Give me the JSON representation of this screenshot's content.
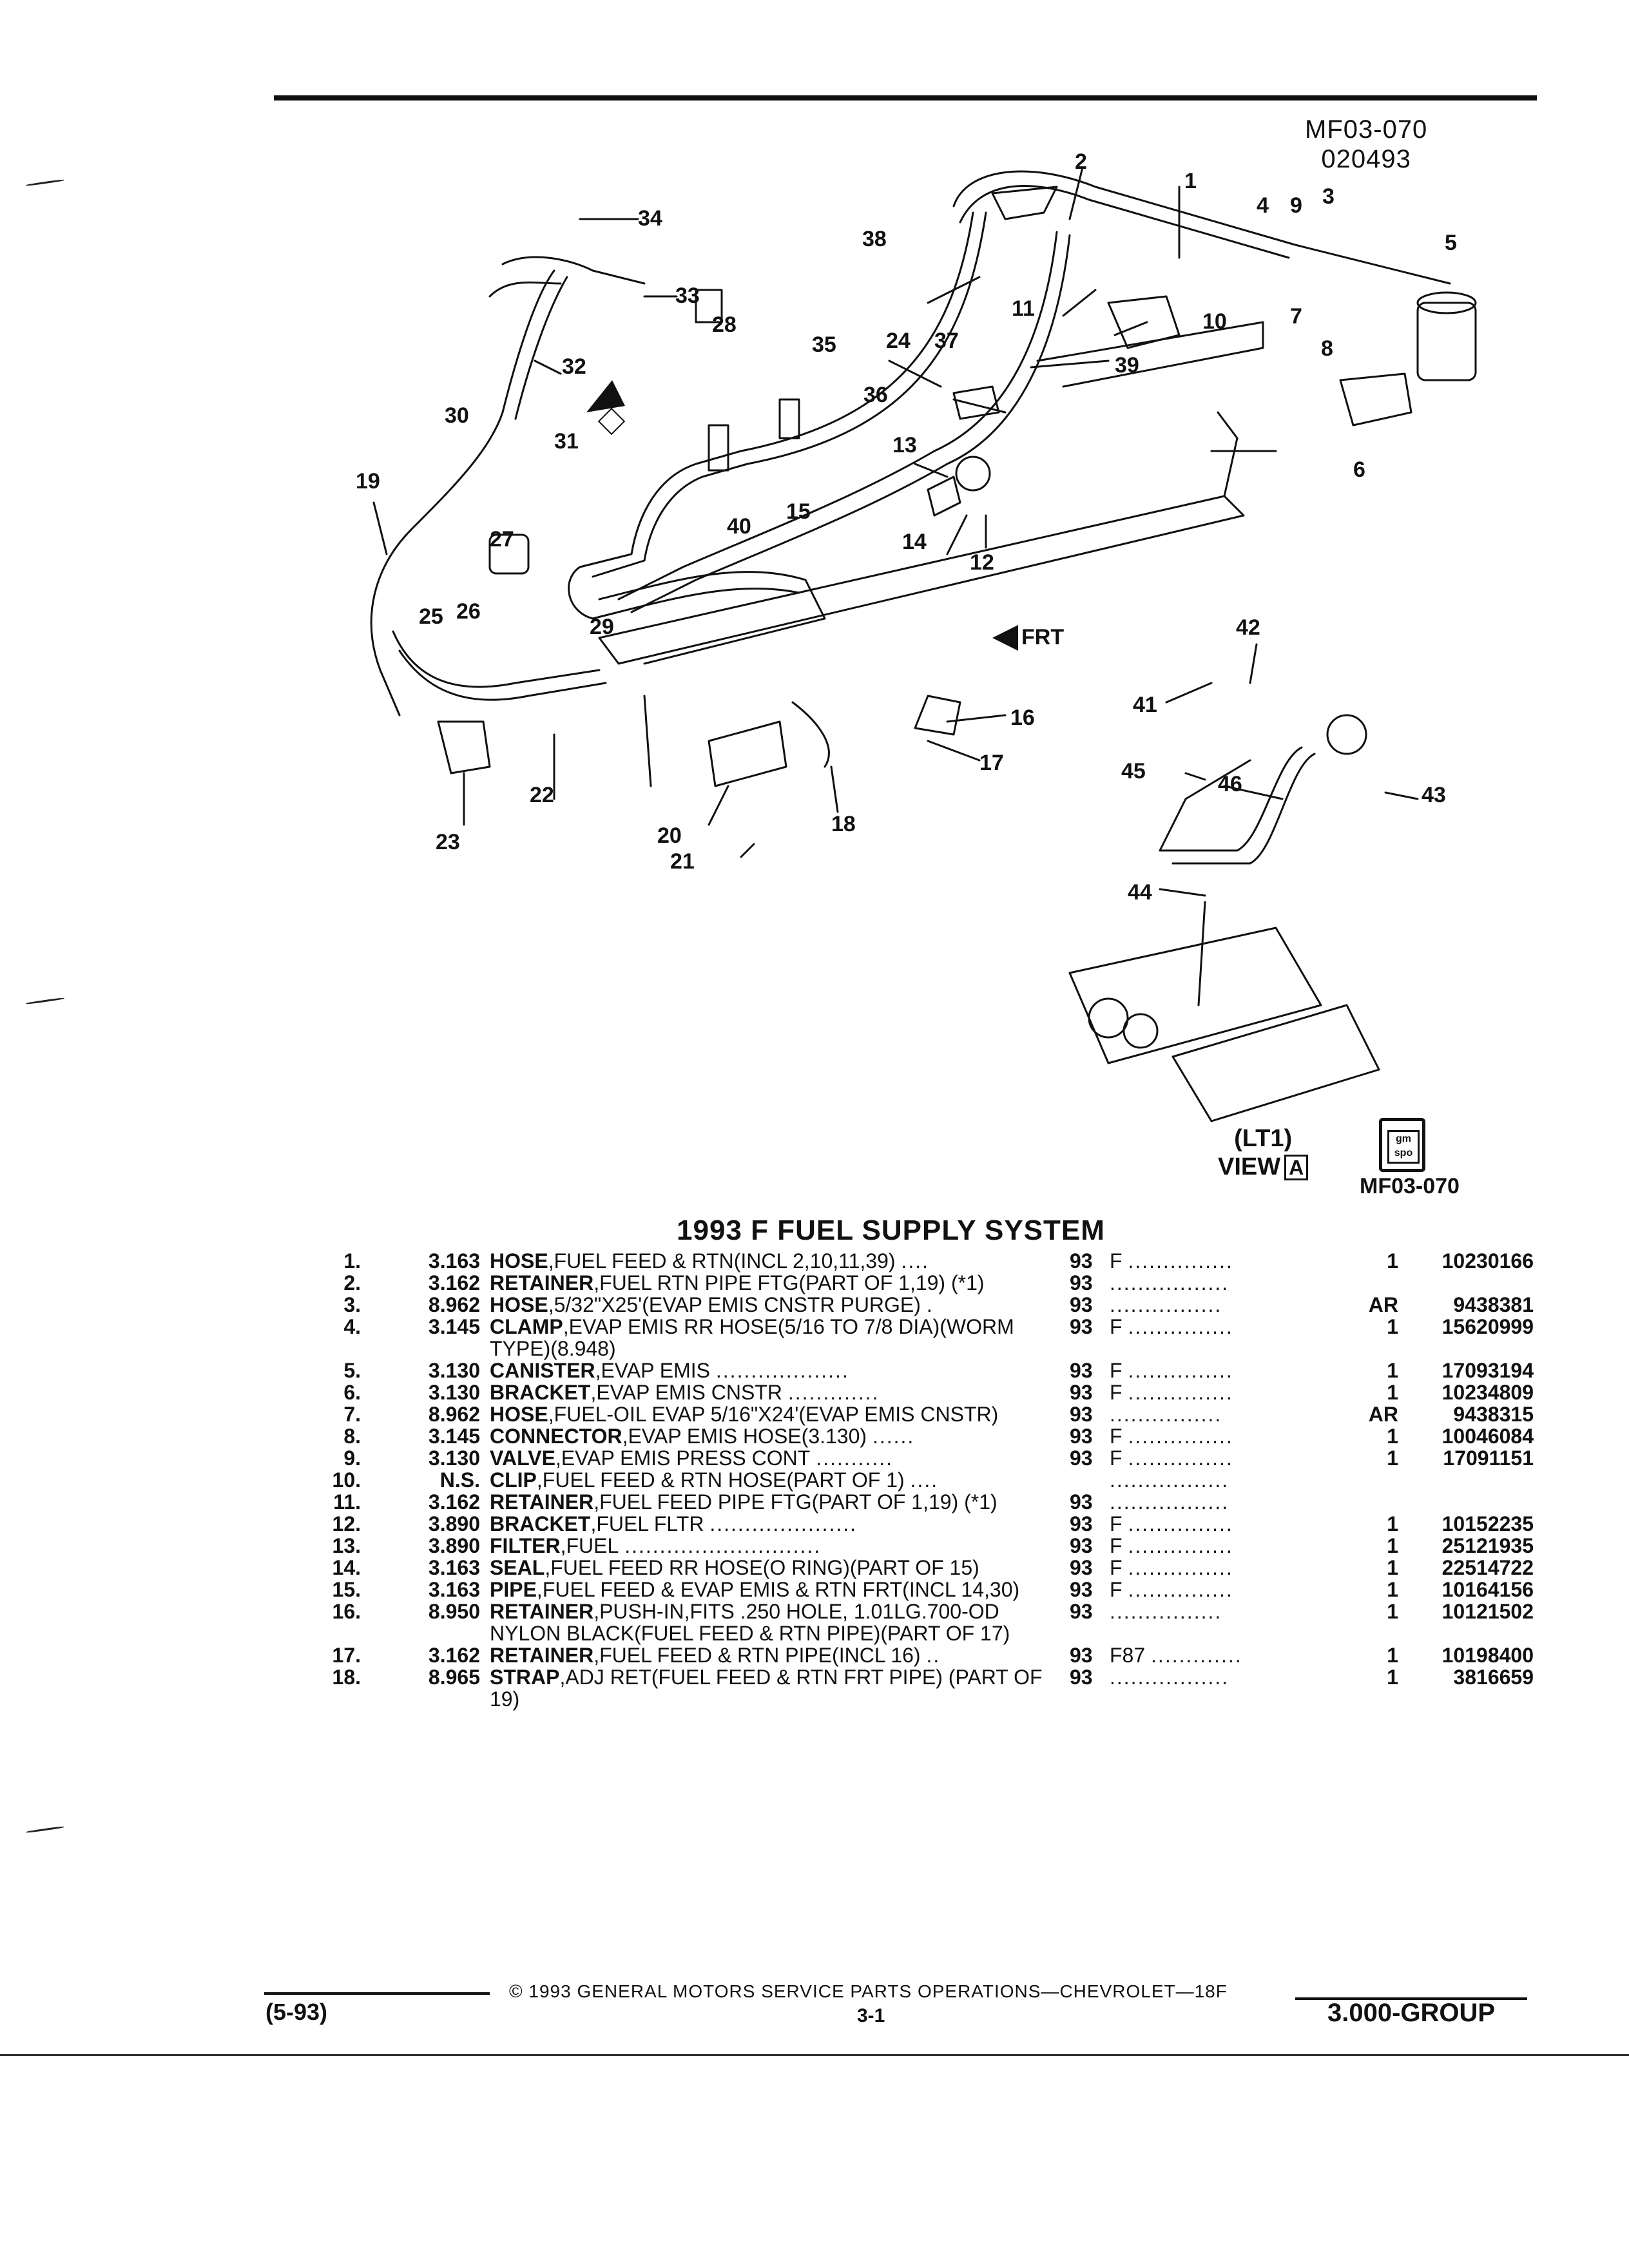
{
  "header": {
    "drawing_id": "MF03-070",
    "drawing_date": "020493"
  },
  "diagram": {
    "callouts": [
      "1",
      "2",
      "3",
      "4",
      "5",
      "6",
      "7",
      "8",
      "9",
      "10",
      "11",
      "12",
      "13",
      "14",
      "15",
      "16",
      "17",
      "18",
      "19",
      "20",
      "21",
      "22",
      "23",
      "24",
      "25",
      "26",
      "27",
      "28",
      "29",
      "30",
      "31",
      "32",
      "33",
      "34",
      "35",
      "36",
      "37",
      "38",
      "39",
      "40",
      "41",
      "42",
      "43",
      "44",
      "45",
      "46"
    ],
    "frt_label": "FRT",
    "view_engine": "(LT1)",
    "view_label": "VIEW",
    "view_letter": "A",
    "logo_text": "gm spo",
    "figure_id": "MF03-070"
  },
  "table": {
    "title": "1993 F FUEL SUPPLY SYSTEM",
    "rows": [
      {
        "num": "1.",
        "group": "3.163",
        "name": "HOSE",
        "rest": ",FUEL FEED & RTN(INCL 2,10,11,39)",
        "dots": "....",
        "year": "93",
        "series": "F",
        "series_dots": "...............",
        "qty": "1",
        "part": "10230166"
      },
      {
        "num": "2.",
        "group": "3.162",
        "name": "RETAINER",
        "rest": ",FUEL RTN PIPE FTG(PART OF 1,19) (*1)",
        "dots": "",
        "year": "93",
        "series": "",
        "series_dots": ".................",
        "qty": "",
        "part": ""
      },
      {
        "num": "3.",
        "group": "8.962",
        "name": "HOSE",
        "rest": ",5/32\"X25'(EVAP EMIS CNSTR PURGE)",
        "dots": ".",
        "year": "93",
        "series": "",
        "series_dots": "................",
        "qty": "AR",
        "part": "9438381"
      },
      {
        "num": "4.",
        "group": "3.145",
        "name": "CLAMP",
        "rest": ",EVAP EMIS RR HOSE(5/16 TO 7/8 DIA)(WORM TYPE)(8.948)",
        "dots": "",
        "year": "93",
        "series": "F",
        "series_dots": "...............",
        "qty": "1",
        "part": "15620999"
      },
      {
        "num": "5.",
        "group": "3.130",
        "name": "CANISTER",
        "rest": ",EVAP EMIS",
        "dots": "...................",
        "year": "93",
        "series": "F",
        "series_dots": "...............",
        "qty": "1",
        "part": "17093194"
      },
      {
        "num": "6.",
        "group": "3.130",
        "name": "BRACKET",
        "rest": ",EVAP EMIS CNSTR",
        "dots": ".............",
        "year": "93",
        "series": "F",
        "series_dots": "...............",
        "qty": "1",
        "part": "10234809"
      },
      {
        "num": "7.",
        "group": "8.962",
        "name": "HOSE",
        "rest": ",FUEL-OIL EVAP 5/16\"X24'(EVAP EMIS CNSTR)",
        "dots": "",
        "year": "93",
        "series": "",
        "series_dots": "................",
        "qty": "AR",
        "part": "9438315"
      },
      {
        "num": "8.",
        "group": "3.145",
        "name": "CONNECTOR",
        "rest": ",EVAP EMIS HOSE(3.130)",
        "dots": "......",
        "year": "93",
        "series": "F",
        "series_dots": "...............",
        "qty": "1",
        "part": "10046084"
      },
      {
        "num": "9.",
        "group": "3.130",
        "name": "VALVE",
        "rest": ",EVAP EMIS PRESS CONT",
        "dots": "...........",
        "year": "93",
        "series": "F",
        "series_dots": "...............",
        "qty": "1",
        "part": "17091151"
      },
      {
        "num": "10.",
        "group": "N.S.",
        "name": "CLIP",
        "rest": ",FUEL FEED & RTN HOSE(PART OF 1)",
        "dots": "....",
        "year": "",
        "series": "",
        "series_dots": ".................",
        "qty": "",
        "part": ""
      },
      {
        "num": "11.",
        "group": "3.162",
        "name": "RETAINER",
        "rest": ",FUEL FEED PIPE FTG(PART OF 1,19) (*1)",
        "dots": "",
        "year": "93",
        "series": "",
        "series_dots": ".................",
        "qty": "",
        "part": ""
      },
      {
        "num": "12.",
        "group": "3.890",
        "name": "BRACKET",
        "rest": ",FUEL FLTR",
        "dots": ".....................",
        "year": "93",
        "series": "F",
        "series_dots": "...............",
        "qty": "1",
        "part": "10152235"
      },
      {
        "num": "13.",
        "group": "3.890",
        "name": "FILTER",
        "rest": ",FUEL",
        "dots": "............................",
        "year": "93",
        "series": "F",
        "series_dots": "...............",
        "qty": "1",
        "part": "25121935"
      },
      {
        "num": "14.",
        "group": "3.163",
        "name": "SEAL",
        "rest": ",FUEL FEED RR HOSE(O RING)(PART OF 15)",
        "dots": "",
        "year": "93",
        "series": "F",
        "series_dots": "...............",
        "qty": "1",
        "part": "22514722"
      },
      {
        "num": "15.",
        "group": "3.163",
        "name": "PIPE",
        "rest": ",FUEL FEED & EVAP EMIS & RTN FRT(INCL 14,30)",
        "dots": "",
        "year": "93",
        "series": "F",
        "series_dots": "...............",
        "qty": "1",
        "part": "10164156"
      },
      {
        "num": "16.",
        "group": "8.950",
        "name": "RETAINER",
        "rest": ",PUSH-IN,FITS .250 HOLE, 1.01LG.700-OD NYLON BLACK(FUEL FEED & RTN PIPE)(PART OF 17)",
        "dots": "",
        "year": "93",
        "series": "",
        "series_dots": "................",
        "qty": "1",
        "part": "10121502"
      },
      {
        "num": "17.",
        "group": "3.162",
        "name": "RETAINER",
        "rest": ",FUEL FEED & RTN PIPE(INCL 16)",
        "dots": "..",
        "year": "93",
        "series": "F87",
        "series_dots": ".............",
        "qty": "1",
        "part": "10198400"
      },
      {
        "num": "18.",
        "group": "8.965",
        "name": "STRAP",
        "rest": ",ADJ RET(FUEL FEED & RTN FRT PIPE) (PART OF 19)",
        "dots": "",
        "year": "93",
        "series": "",
        "series_dots": ".................",
        "qty": "1",
        "part": "3816659"
      }
    ]
  },
  "footer": {
    "copyright": "© 1993 GENERAL MOTORS SERVICE PARTS OPERATIONS—CHEVROLET—18F",
    "date": "(5-93)",
    "page": "3-1",
    "group": "3.000-GROUP"
  }
}
